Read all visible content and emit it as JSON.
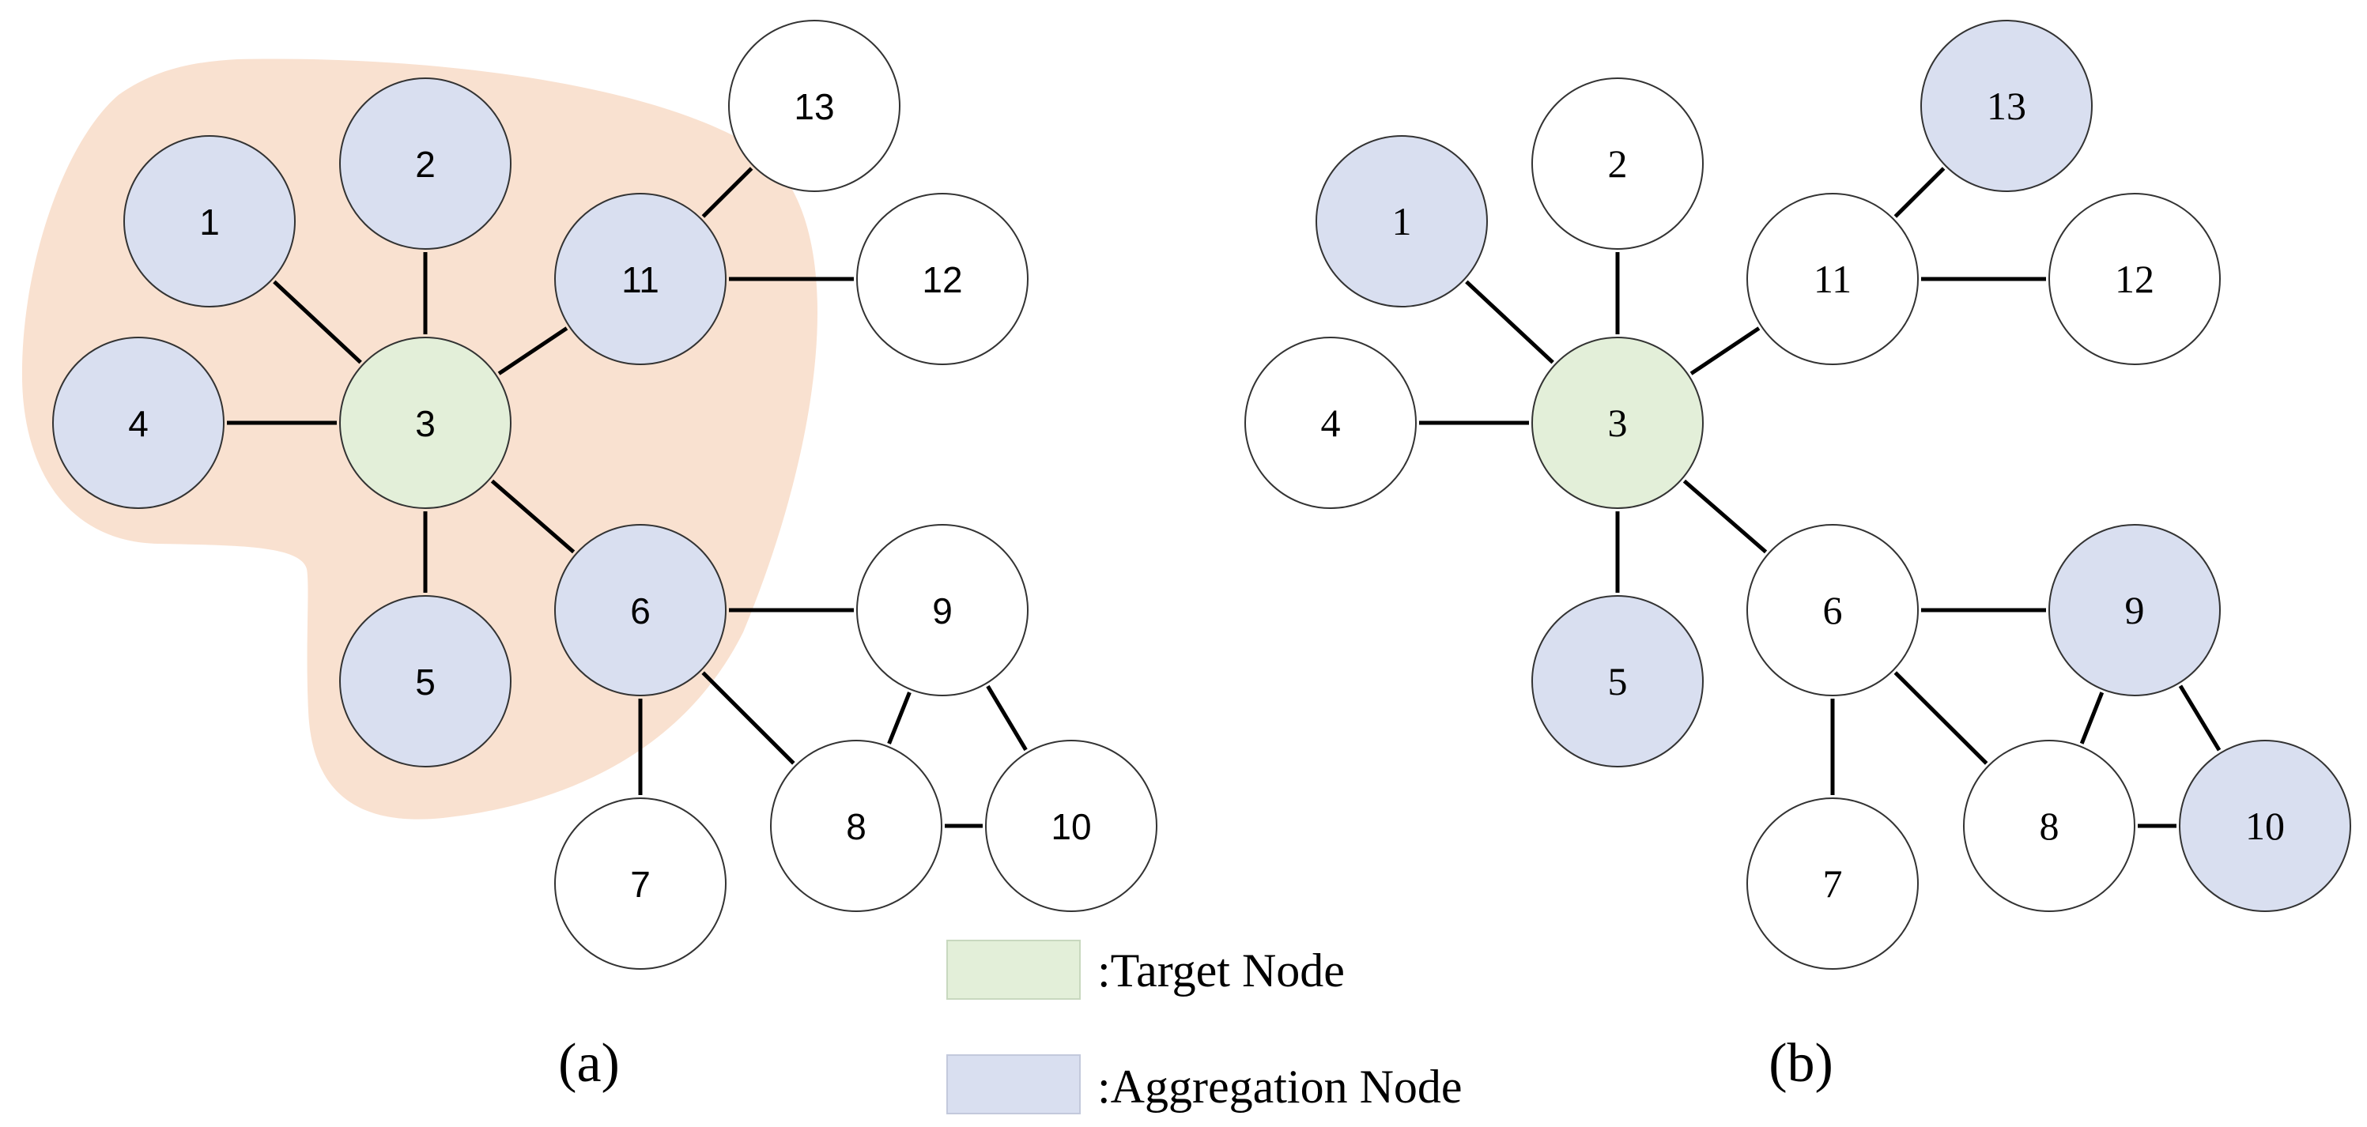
{
  "colors": {
    "target": "#e3efd9",
    "aggregation": "#d9dff0",
    "plain": "#ffffff",
    "highlight_region": "#f9e1d0"
  },
  "legend": {
    "target_label": ":Target Node",
    "aggregation_label": ":Aggregation Node"
  },
  "panels": [
    {
      "caption": "(a)",
      "nodes": [
        {
          "id": "1",
          "role": "aggregation"
        },
        {
          "id": "2",
          "role": "aggregation"
        },
        {
          "id": "3",
          "role": "target"
        },
        {
          "id": "4",
          "role": "aggregation"
        },
        {
          "id": "5",
          "role": "aggregation"
        },
        {
          "id": "6",
          "role": "aggregation"
        },
        {
          "id": "7",
          "role": "plain"
        },
        {
          "id": "8",
          "role": "plain"
        },
        {
          "id": "9",
          "role": "plain"
        },
        {
          "id": "10",
          "role": "plain"
        },
        {
          "id": "11",
          "role": "aggregation"
        },
        {
          "id": "12",
          "role": "plain"
        },
        {
          "id": "13",
          "role": "plain"
        }
      ],
      "edges": [
        [
          "1",
          "3"
        ],
        [
          "2",
          "3"
        ],
        [
          "4",
          "3"
        ],
        [
          "5",
          "3"
        ],
        [
          "11",
          "3"
        ],
        [
          "6",
          "3"
        ],
        [
          "11",
          "13"
        ],
        [
          "11",
          "12"
        ],
        [
          "6",
          "9"
        ],
        [
          "6",
          "7"
        ],
        [
          "6",
          "8"
        ],
        [
          "8",
          "9"
        ],
        [
          "9",
          "10"
        ],
        [
          "8",
          "10"
        ]
      ]
    },
    {
      "caption": "(b)",
      "nodes": [
        {
          "id": "1",
          "role": "aggregation"
        },
        {
          "id": "2",
          "role": "plain"
        },
        {
          "id": "3",
          "role": "target"
        },
        {
          "id": "4",
          "role": "plain"
        },
        {
          "id": "5",
          "role": "aggregation"
        },
        {
          "id": "6",
          "role": "plain"
        },
        {
          "id": "7",
          "role": "plain"
        },
        {
          "id": "8",
          "role": "plain"
        },
        {
          "id": "9",
          "role": "aggregation"
        },
        {
          "id": "10",
          "role": "aggregation"
        },
        {
          "id": "11",
          "role": "plain"
        },
        {
          "id": "12",
          "role": "plain"
        },
        {
          "id": "13",
          "role": "aggregation"
        }
      ],
      "edges": [
        [
          "1",
          "3"
        ],
        [
          "2",
          "3"
        ],
        [
          "4",
          "3"
        ],
        [
          "5",
          "3"
        ],
        [
          "11",
          "3"
        ],
        [
          "6",
          "3"
        ],
        [
          "11",
          "13"
        ],
        [
          "11",
          "12"
        ],
        [
          "6",
          "9"
        ],
        [
          "6",
          "7"
        ],
        [
          "6",
          "8"
        ],
        [
          "8",
          "9"
        ],
        [
          "9",
          "10"
        ],
        [
          "8",
          "10"
        ]
      ]
    }
  ]
}
